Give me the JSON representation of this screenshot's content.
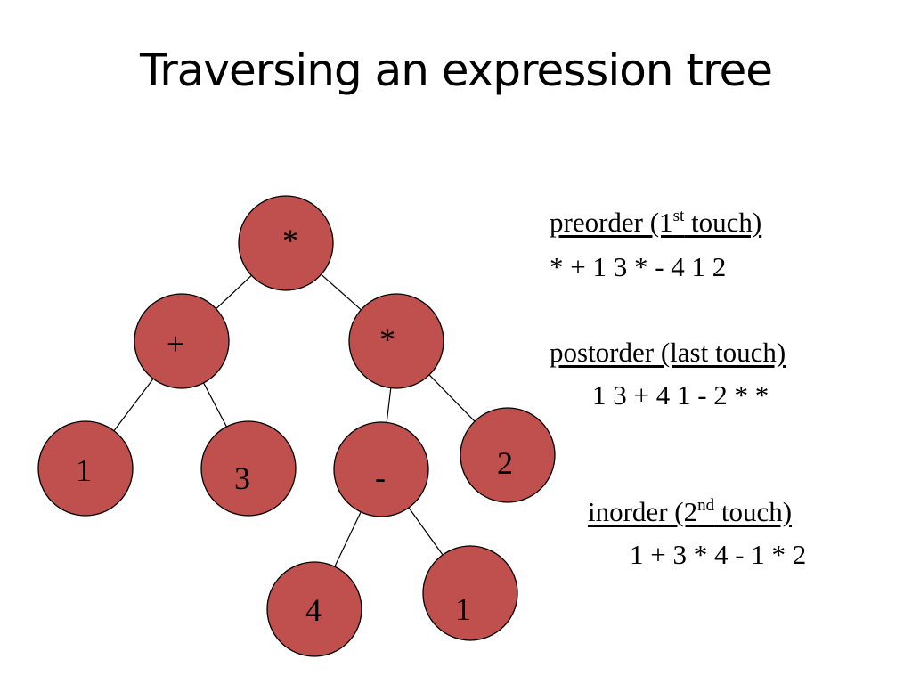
{
  "title": "Traversing an expression tree",
  "tree": {
    "nodes": [
      {
        "id": "root",
        "label": "*"
      },
      {
        "id": "plus",
        "label": "+"
      },
      {
        "id": "times2",
        "label": "*"
      },
      {
        "id": "one_a",
        "label": "1"
      },
      {
        "id": "three",
        "label": "3"
      },
      {
        "id": "minus",
        "label": "-"
      },
      {
        "id": "two",
        "label": "2"
      },
      {
        "id": "four",
        "label": "4"
      },
      {
        "id": "one_b",
        "label": "1"
      }
    ],
    "edges": [
      [
        "root",
        "plus"
      ],
      [
        "root",
        "times2"
      ],
      [
        "plus",
        "one_a"
      ],
      [
        "plus",
        "three"
      ],
      [
        "times2",
        "minus"
      ],
      [
        "times2",
        "two"
      ],
      [
        "minus",
        "four"
      ],
      [
        "minus",
        "one_b"
      ]
    ],
    "node_fill": "#c0504d"
  },
  "traversals": {
    "preorder": {
      "title_prefix": "preorder (1",
      "title_sup": "st",
      "title_suffix": " touch)",
      "sequence": "* + 1 3 * - 4 1 2"
    },
    "postorder": {
      "title": "postorder (last touch)",
      "sequence": "1 3 + 4 1 - 2 * *"
    },
    "inorder": {
      "title_prefix": "inorder (2",
      "title_sup": "nd",
      "title_suffix": " touch)",
      "sequence": "1 + 3 * 4 - 1 * 2"
    }
  }
}
